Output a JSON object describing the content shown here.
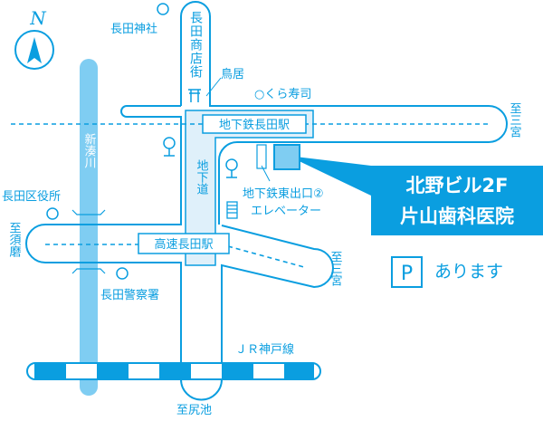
{
  "compass": {
    "label": "N"
  },
  "landmarks": {
    "nagata_shrine": "長田神社",
    "shopping_street": "長田商店街",
    "torii": "鳥居",
    "kura_sushi": "○くら寿司",
    "river": "新湊川",
    "ward_office": "長田区役所",
    "police": "長田警察署",
    "underpass": "地下道",
    "subway_station": "地下鉄長田駅",
    "highway_station": "高速長田駅",
    "exit_line1": "地下鉄東出口②",
    "exit_line2": "エレベーター",
    "jr_line": "ＪＲ神戸線"
  },
  "directions": {
    "to_sannomiya_top": "至三宮",
    "to_sannomiya_mid": "至三宮",
    "to_suma": "至須磨",
    "to_shiriike": "至尻池"
  },
  "callout": {
    "line1": "北野ビル2F",
    "line2": "片山歯科医院"
  },
  "parking": {
    "icon_label": "P",
    "text": "あります"
  },
  "colors": {
    "primary": "#0a9ee0",
    "river": "#7fcdf2",
    "underground": "#dff0fa",
    "building": "#7fcdf2"
  }
}
